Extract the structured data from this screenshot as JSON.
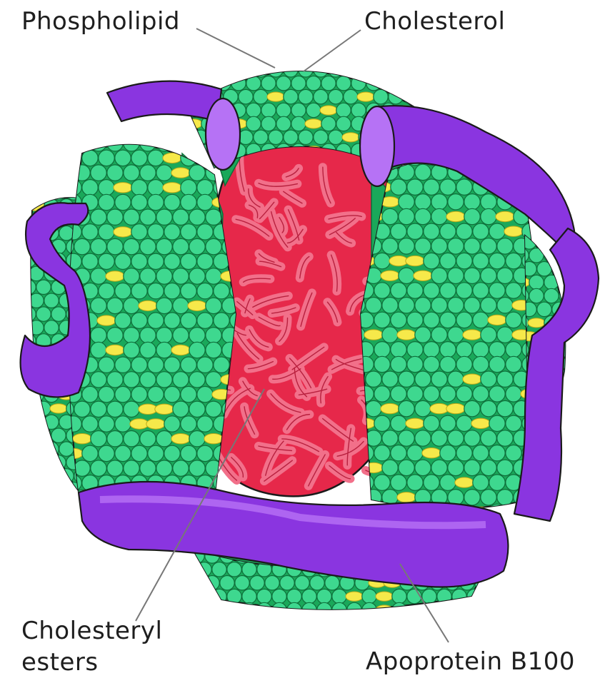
{
  "labels": {
    "phospholipid": "Phospholipid",
    "cholesterol": "Cholesterol",
    "cholesteryl_esters_line1": "Cholesteryl",
    "cholesteryl_esters_line2": "esters",
    "apoprotein": "Apoprotein B100"
  },
  "colors": {
    "phospholipid_head": "#3ed88f",
    "phospholipid_tail": "#1aa85a",
    "cholesterol": "#f6e94a",
    "ester_core": "#e6284a",
    "ester_strand": "#f2708a",
    "apoprotein": "#8a35e0",
    "apoprotein_light": "#b672f5",
    "outline": "#1a1a1a",
    "leader_line": "#777777"
  }
}
